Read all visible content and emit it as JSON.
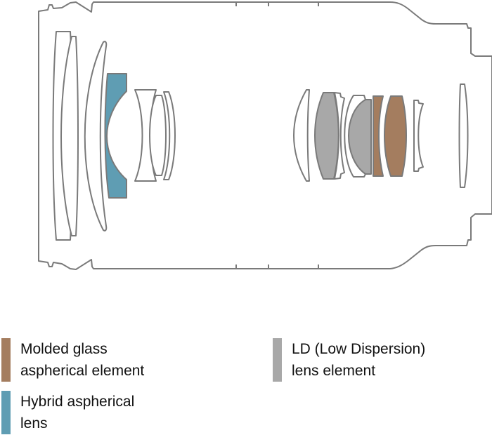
{
  "title": "Lens construction diagram",
  "colors": {
    "outline": "#7a7a7a",
    "plain": "#ffffff",
    "molded": "#a47d5f",
    "hybrid": "#5f9db3",
    "ld": "#a8a8a8"
  },
  "lens_groups": {
    "front": [
      "plain",
      "plain",
      "plain",
      "hybrid",
      "plain",
      "plain",
      "plain"
    ],
    "rear": [
      "plain",
      "ld",
      "plain",
      "plain",
      "ld",
      "molded",
      "molded",
      "plain",
      "plain"
    ]
  },
  "legend": [
    {
      "key": "molded",
      "label": "Molded glass\naspherical element"
    },
    {
      "key": "hybrid",
      "label": "Hybrid aspherical\nlens"
    },
    {
      "key": "ld",
      "label": "LD (Low Dispersion)\nlens element"
    }
  ]
}
